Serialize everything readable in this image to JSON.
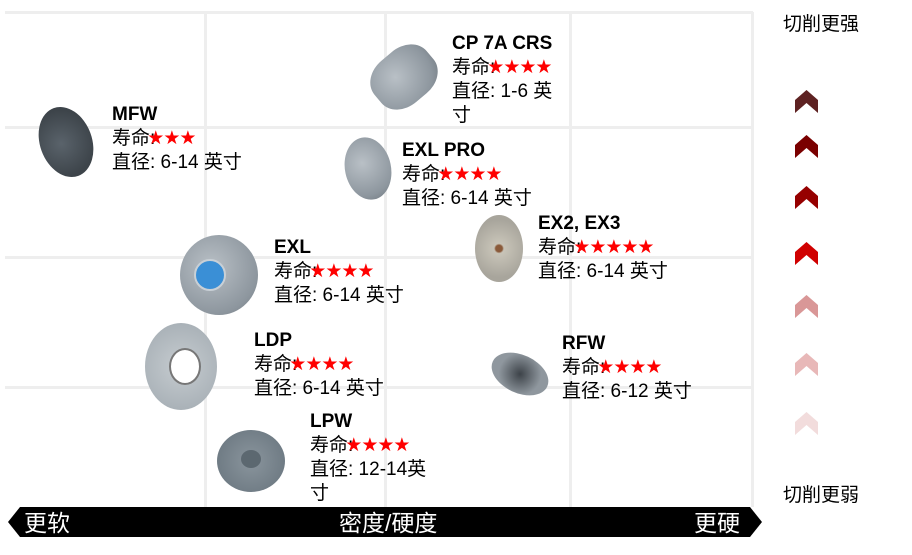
{
  "side": {
    "top": "切削更强",
    "bottom": "切削更弱",
    "chevron_colors": [
      "#5e2222",
      "#7a0000",
      "#960000",
      "#d00000",
      "#d99797",
      "#e8b8b8",
      "#f2dcdc"
    ]
  },
  "axis": {
    "left": "更软",
    "center": "密度/硬度",
    "right": "更硬"
  },
  "products": [
    {
      "name": "CP 7A CRS",
      "life_label": "寿命:",
      "stars": "★★★★",
      "diam": "直径: 1-6 英",
      "diam2": "寸"
    },
    {
      "name": "MFW",
      "life_label": "寿命:",
      "stars": "★★★",
      "diam": "直径: 6-14 英寸"
    },
    {
      "name": "EXL PRO",
      "life_label": "寿命:",
      "stars": "★★★★",
      "diam": "直径: 6-14 英寸"
    },
    {
      "name": "EX2, EX3",
      "life_label": "寿命:",
      "stars": "★★★★★",
      "diam": "直径: 6-14 英寸"
    },
    {
      "name": "EXL",
      "life_label": "寿命:",
      "stars": "★★★★",
      "diam": "直径: 6-14 英寸"
    },
    {
      "name": "LDP",
      "life_label": "寿命:",
      "stars": "★★★★",
      "diam": "直径: 6-14 英寸"
    },
    {
      "name": "RFW",
      "life_label": "寿命:",
      "stars": "★★★★",
      "diam": "直径: 6-12 英寸"
    },
    {
      "name": "LPW",
      "life_label": "寿命:",
      "stars": "★★★★",
      "diam": "直径: 12-14英",
      "diam2": "寸"
    }
  ]
}
